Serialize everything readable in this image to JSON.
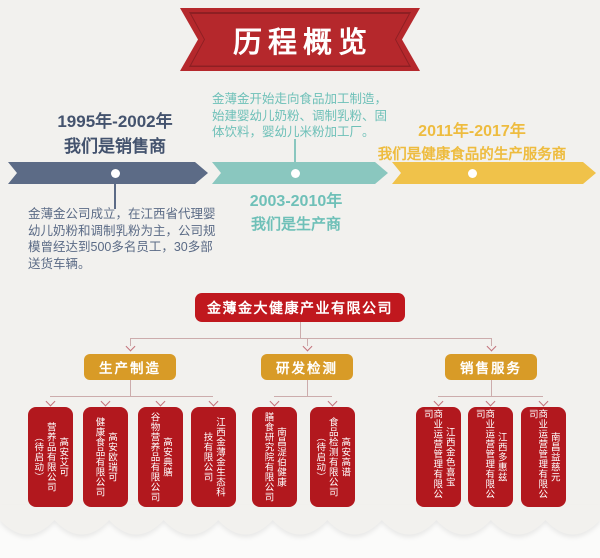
{
  "page": {
    "title": "历程概览"
  },
  "timeline": {
    "periods": [
      {
        "years": "1995年-2002年",
        "role": "我们是销售商",
        "note": "金薄金公司成立，在江西省代理婴幼儿奶粉和调制乳粉为主，公司规模曾经达到500多名员工，30多部送货车辆。",
        "color": "#5c6b86"
      },
      {
        "years": "2003-2010年",
        "role": "我们是生产商",
        "note": "金薄金开始走向食品加工制造，始建婴幼儿奶粉、调制乳粉、固体饮料，婴幼儿米粉加工厂。",
        "color": "#8ac7bf"
      },
      {
        "years": "2011年-2017年",
        "role": "我们是健康食品的生产服务商",
        "color": "#f0c24a"
      }
    ]
  },
  "org_chart": {
    "root": "金薄金大健康产业有限公司",
    "branches": [
      {
        "label": "生产制造",
        "children": [
          {
            "name": "高安艾可营养品有限公司（待启动）",
            "lines": [
              "高安艾可",
              "营养品有限公司",
              "（待启动）"
            ]
          },
          {
            "name": "高安欧瑞可健康食品有限公司",
            "lines": [
              "高安欧瑞可",
              "健康食品有限公司"
            ]
          },
          {
            "name": "高安典膳谷物营养品有限公司",
            "lines": [
              "高安典膳",
              "谷物营养品有限公司"
            ]
          },
          {
            "name": "江西金薄金生态科技有限公司",
            "lines": [
              "江西金薄金生态科",
              "技有限公司"
            ]
          }
        ]
      },
      {
        "label": "研发检测",
        "children": [
          {
            "name": "南昌湜伯健康膳食研究院有限公司",
            "lines": [
              "南昌湜伯健康",
              "膳食研究院有限公司"
            ]
          },
          {
            "name": "高安高谱食品检测有限公司（待启动）",
            "lines": [
              "高安高谱",
              "食品检测有限公司",
              "（待启动）"
            ]
          }
        ]
      },
      {
        "label": "销售服务",
        "children": [
          {
            "name": "江西金色喜宝商业运营管理有限公司",
            "lines": [
              "江西金色喜宝",
              "商业运营管理有限公司"
            ]
          },
          {
            "name": "江西多惠兹商业运营管理有限公司",
            "lines": [
              "江西多惠兹",
              "商业运营管理有限公司"
            ]
          },
          {
            "name": "南昌益慈元商业运营管理有限公司",
            "lines": [
              "南昌益慈元",
              "商业运营管理有限公司"
            ]
          }
        ]
      }
    ]
  },
  "colors": {
    "ribbon_red": "#b5282c",
    "org_root_red": "#c0181e",
    "org_child_red": "#b2181e",
    "branch_gold": "#d89b27",
    "timeline_slate": "#5c6b86",
    "timeline_teal": "#8ac7bf",
    "timeline_gold": "#f0c24a",
    "background": "#f2f1ee"
  }
}
